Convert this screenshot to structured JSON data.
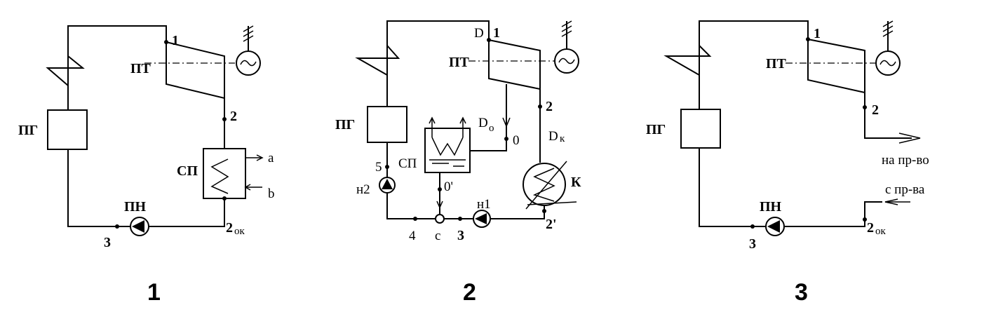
{
  "diagram1": {
    "pt": "ПТ",
    "pg": "ПГ",
    "sp": "СП",
    "pn": "ПН",
    "p1": "1",
    "p2": "2",
    "p2ok_num": "2",
    "p2ok_sub": "ок",
    "p3": "3",
    "a": "a",
    "b": "b",
    "caption": "1"
  },
  "diagram2": {
    "D": "D",
    "pt": "ПТ",
    "pg": "ПГ",
    "sp": "СП",
    "K": "К",
    "p1": "1",
    "p2": "2",
    "p2prime": "2'",
    "p0": "0",
    "p0prime": "0'",
    "p3": "3",
    "p4": "4",
    "p5": "5",
    "c": "с",
    "n1": "н1",
    "n2": "н2",
    "Do_main": "D",
    "Do_sub": "о",
    "Dk_main": "D",
    "Dk_sub": "к",
    "caption": "2"
  },
  "diagram3": {
    "pt": "ПТ",
    "pg": "ПГ",
    "pn": "ПН",
    "p1": "1",
    "p2": "2",
    "p2ok_num": "2",
    "p2ok_sub": "ок",
    "p3": "3",
    "to_prod": "на пр-во",
    "from_prod": "с пр-ва",
    "caption": "3"
  }
}
